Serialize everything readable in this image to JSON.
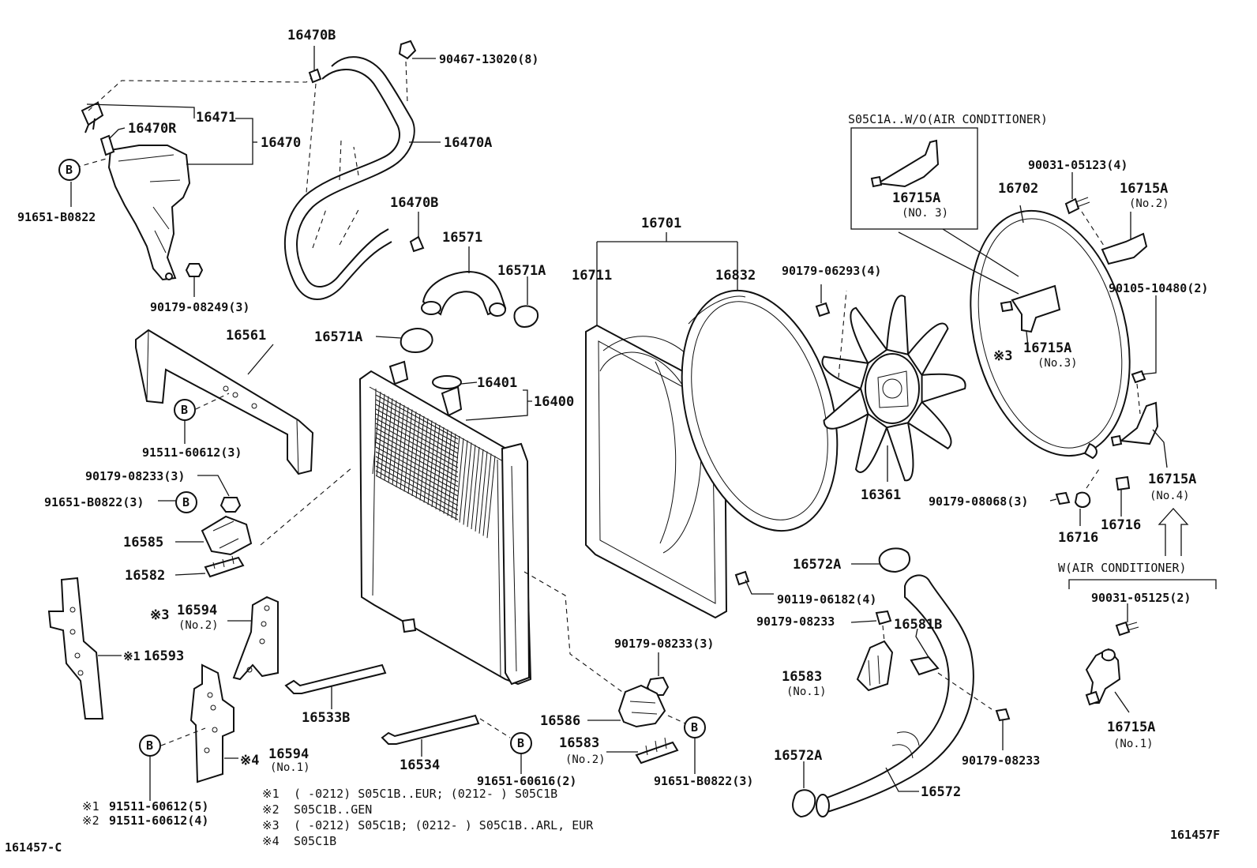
{
  "diagram_id": "161457-C",
  "figure_code": "161457F",
  "callouts": {
    "p16470B_top": "16470B",
    "p90467": "90467-13020(8)",
    "p16471": "16471",
    "p16470R": "16470R",
    "p16470": "16470",
    "p16470A": "16470A",
    "b_tank": "B",
    "p91651_B0822_a": "91651-B0822",
    "p16470B_mid": "16470B",
    "p16571": "16571",
    "p16571A_right": "16571A",
    "p16571A_left": "16571A",
    "p90179_08249": "90179-08249(3)",
    "p16561": "16561",
    "b_bracket": "B",
    "p91511_60612_3": "91511-60612(3)",
    "p16401": "16401",
    "p16400": "16400",
    "p90179_08233_3a": "90179-08233(3)",
    "p91651_B0822_3a": "91651-B0822(3)",
    "b_mount": "B",
    "p16585": "16585",
    "p16582": "16582",
    "p16701": "16701",
    "p16711": "16711",
    "p16832": "16832",
    "p16594_no2": "16594",
    "p16594_no2_sub": "(No.2)",
    "mark3_16594": "※3",
    "p16593": "16593",
    "mark1_16593": "※1",
    "p16533B": "16533B",
    "p16594_no1": "16594",
    "p16594_no1_sub": "(No.1)",
    "mark4_16594": "※4",
    "b_lower_left": "B",
    "p16534": "16534",
    "p90179_08233_3b": "90179-08233(3)",
    "p16586": "16586",
    "p16583_no2": "16583",
    "p16583_no2_sub": "(No.2)",
    "b_lower_mid": "B",
    "b_lower_right": "B",
    "p91651_60616": "91651-60616(2)",
    "p91651_B0822_3b": "91651-B0822(3)",
    "box_title": "S05C1A..W/O(AIR CONDITIONER)",
    "p16715A_no3_box": "16715A",
    "p16715A_no3_box_sub": "(NO. 3)",
    "p90031_05123": "90031-05123(4)",
    "p16702": "16702",
    "p16715A_no2": "16715A",
    "p16715A_no2_sub": "(No.2)",
    "p90179_06293": "90179-06293(4)",
    "p90105_10480": "90105-10480(2)",
    "p16715A_no3": "16715A",
    "p16715A_no3_sub": "(No.3)",
    "mark3_16715A": "※3",
    "p16361": "16361",
    "p16715A_no4": "16715A",
    "p16715A_no4_sub": "(No.4)",
    "p90179_08068": "90179-08068(3)",
    "p16716_a": "16716",
    "p16716_b": "16716",
    "p16572A_top": "16572A",
    "p90119_06182": "90119-06182(4)",
    "p90179_08233_c": "90179-08233",
    "p16581B": "16581B",
    "p16583_no1": "16583",
    "p16583_no1_sub": "(No.1)",
    "p90179_08233_d": "90179-08233",
    "p16572A_bottom": "16572A",
    "p16572": "16572",
    "ac_title": "W(AIR CONDITIONER)",
    "p90031_05125": "90031-05125(2)",
    "p16715A_no1": "16715A",
    "p16715A_no1_sub": "(No.1)"
  },
  "footnotes": {
    "n1_mark": "※1",
    "n1_text": "91511-60612(5)",
    "n2_mark": "※2",
    "n2_text": "91511-60612(4)"
  },
  "legend": [
    {
      "mark": "※1",
      "text": "(      -0212) S05C1B..EUR; (0212-       ) S05C1B"
    },
    {
      "mark": "※2",
      "text": "S05C1B..GEN"
    },
    {
      "mark": "※3",
      "text": "(      -0212) S05C1B; (0212-       ) S05C1B..ARL, EUR"
    },
    {
      "mark": "※4",
      "text": "S05C1B"
    }
  ]
}
